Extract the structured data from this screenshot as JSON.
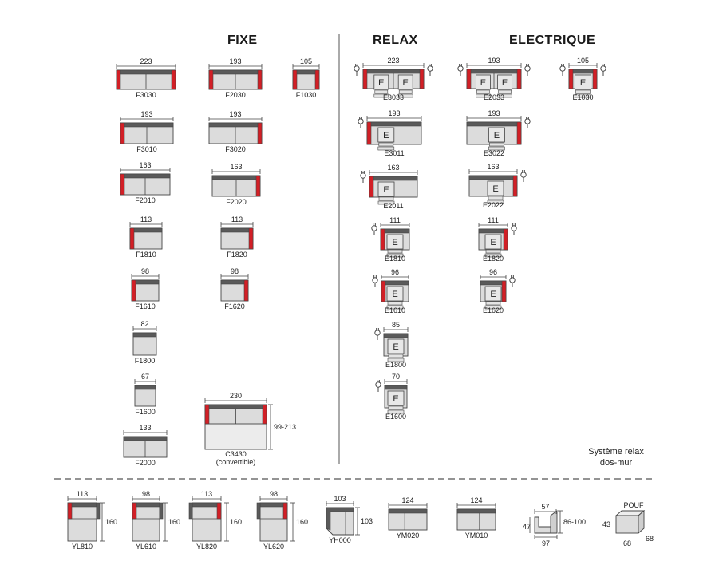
{
  "headings": {
    "fixe": "FIXE",
    "relax": "RELAX",
    "electrique": "ELECTRIQUE"
  },
  "note": {
    "line1": "Système relax",
    "line2": "dos-mur"
  },
  "colors": {
    "seat": "#dcdcdc",
    "back": "#5a5a5a",
    "arm": "#d21f26",
    "stroke": "#444444",
    "base": "#e4e4e4"
  },
  "relax_letter": "E",
  "modules": [
    {
      "code": "F3030",
      "dim": "223",
      "kind": "sofa",
      "arms": "both"
    },
    {
      "code": "F2030",
      "dim": "193",
      "kind": "sofa",
      "arms": "both"
    },
    {
      "code": "F1030",
      "dim": "105",
      "kind": "chair",
      "arms": "both"
    },
    {
      "code": "F3010",
      "dim": "193",
      "kind": "sofa",
      "arms": "left"
    },
    {
      "code": "F3020",
      "dim": "193",
      "kind": "sofa",
      "arms": "right"
    },
    {
      "code": "F2010",
      "dim": "163",
      "kind": "sofa",
      "arms": "left"
    },
    {
      "code": "F2020",
      "dim": "163",
      "kind": "sofa",
      "arms": "right"
    },
    {
      "code": "F1810",
      "dim": "113",
      "kind": "single",
      "arms": "left"
    },
    {
      "code": "F1820",
      "dim": "113",
      "kind": "single",
      "arms": "right"
    },
    {
      "code": "F1610",
      "dim": "98",
      "kind": "single",
      "arms": "left"
    },
    {
      "code": "F1620",
      "dim": "98",
      "kind": "single",
      "arms": "right"
    },
    {
      "code": "F1800",
      "dim": "82",
      "kind": "single",
      "arms": "none"
    },
    {
      "code": "F1600",
      "dim": "67",
      "kind": "single",
      "arms": "none"
    },
    {
      "code": "F2000",
      "dim": "133",
      "kind": "sofa",
      "arms": "none"
    },
    {
      "code": "C3430",
      "dim": "230",
      "kind": "convertible",
      "arms": "both",
      "depth": "99-213",
      "extra": "(convertible)"
    },
    {
      "code": "E3033",
      "dim": "223",
      "kind": "relax2",
      "arms": "both"
    },
    {
      "code": "E3011",
      "dim": "193",
      "kind": "relax1",
      "arms": "left"
    },
    {
      "code": "E2011",
      "dim": "163",
      "kind": "relax1",
      "arms": "left"
    },
    {
      "code": "E1810",
      "dim": "111",
      "kind": "relax1",
      "arms": "left"
    },
    {
      "code": "E1610",
      "dim": "96",
      "kind": "relax1",
      "arms": "left"
    },
    {
      "code": "E1800",
      "dim": "85",
      "kind": "relax1",
      "arms": "none"
    },
    {
      "code": "E1600",
      "dim": "70",
      "kind": "relax1",
      "arms": "none"
    },
    {
      "code": "E2033",
      "dim": "193",
      "kind": "relax2",
      "arms": "both"
    },
    {
      "code": "E1030",
      "dim": "105",
      "kind": "relax1",
      "arms": "both"
    },
    {
      "code": "E3022",
      "dim": "193",
      "kind": "relax1",
      "arms": "right"
    },
    {
      "code": "E2022",
      "dim": "163",
      "kind": "relax1",
      "arms": "right"
    },
    {
      "code": "E1820",
      "dim": "111",
      "kind": "relax1",
      "arms": "right"
    },
    {
      "code": "E1620",
      "dim": "96",
      "kind": "relax1",
      "arms": "right"
    },
    {
      "code": "YL810",
      "dim": "113",
      "kind": "angle",
      "arms": "left",
      "depth": "160"
    },
    {
      "code": "YL610",
      "dim": "98",
      "kind": "angle",
      "arms": "left",
      "depth": "160"
    },
    {
      "code": "YL820",
      "dim": "113",
      "kind": "angle",
      "arms": "right",
      "depth": "160"
    },
    {
      "code": "YL620",
      "dim": "98",
      "kind": "angle",
      "arms": "right",
      "depth": "160"
    },
    {
      "code": "YH000",
      "dim": "103",
      "kind": "corner",
      "arms": "none",
      "depth": "103"
    },
    {
      "code": "YM020",
      "dim": "124",
      "kind": "meridienne",
      "arms": "right"
    },
    {
      "code": "YM010",
      "dim": "124",
      "kind": "meridienne",
      "arms": "left"
    },
    {
      "code": "",
      "dim": "57",
      "kind": "profile",
      "arms": "none",
      "depth": "86-100",
      "height": "47",
      "bottom": "97"
    },
    {
      "code": "POUF",
      "dim": "",
      "kind": "pouf",
      "arms": "none",
      "height": "43",
      "bottom": "68",
      "side": "68"
    }
  ]
}
